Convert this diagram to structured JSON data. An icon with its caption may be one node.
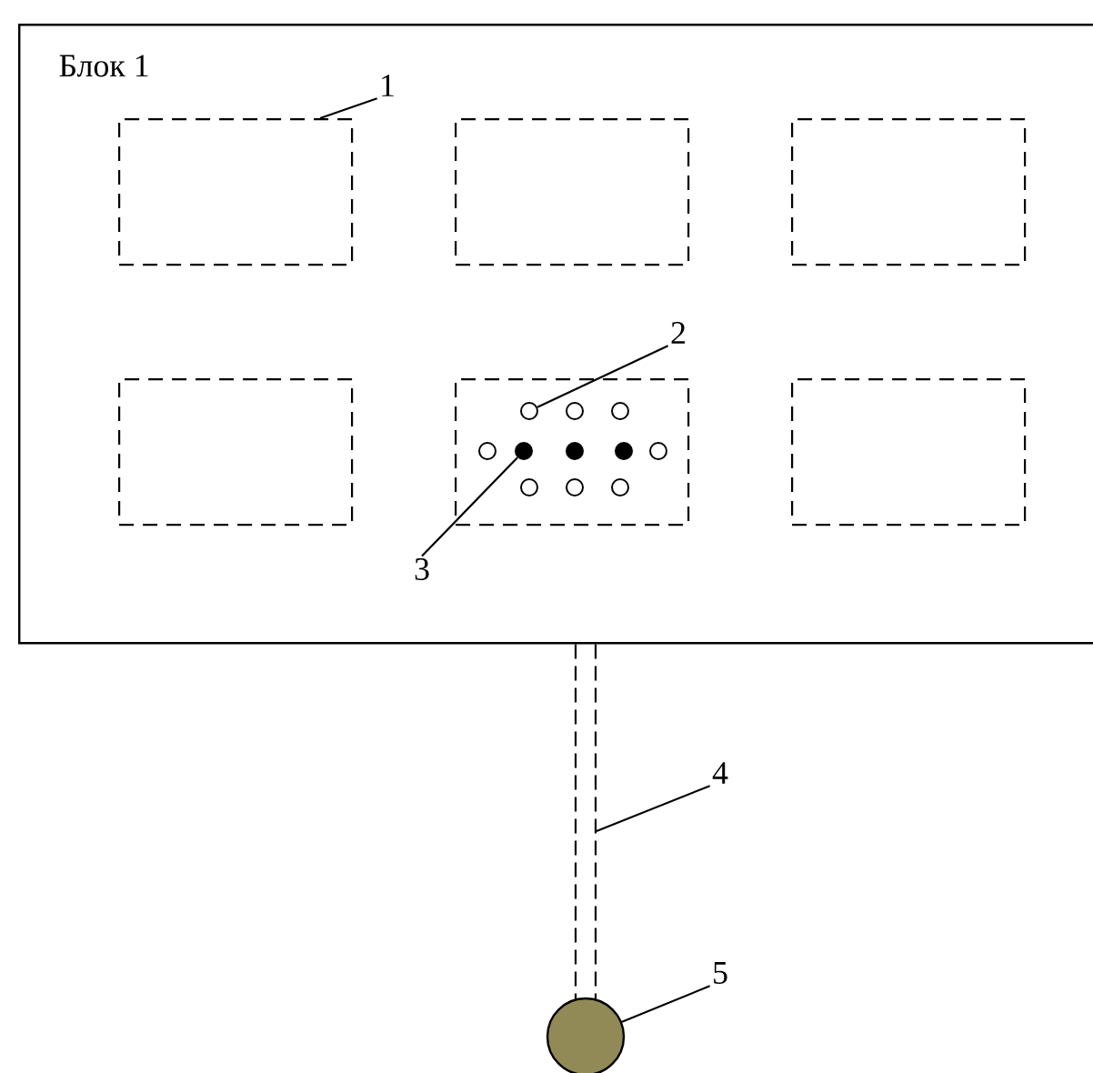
{
  "diagram": {
    "nodes": [
      {
        "text": [
          "Блок 1"
        ]
      },
      {
        "text": [],
        "shape": "box",
        "in": 0
      },
      {
        "text": [],
        "shape": "box",
        "in": 0
      },
      {
        "text": [],
        "shape": "box",
        "in": 0
      },
      {
        "text": [],
        "shape": "box",
        "in": 0
      },
      {
        "text": [],
        "shape": "box",
        "in": 0
      },
      {
        "text": [],
        "shape": "box",
        "in": 0
      },
      {
        "text": [
          "1"
        ],
        "in": 0
      },
      {
        "text": [
          "2"
        ],
        "in": 0
      },
      {
        "text": [
          "3"
        ],
        "in": 0
      },
      {
        "text": [
          "4"
        ]
      },
      {
        "text": [
          "5"
        ]
      },
      {
        "text": [],
        "shape": "circle"
      },
      {
        "text": [],
        "shape": "circle",
        "in": 5
      },
      {
        "text": [],
        "shape": "circle",
        "in": 5
      }
    ],
    "edges": [
      {
        "from": 7,
        "to": 1,
        "arrow": "none"
      },
      {
        "from": 8,
        "to": 13,
        "arrow": "none"
      },
      {
        "from": 9,
        "to": 14,
        "arrow": "none"
      },
      {
        "from": 0,
        "to": 12,
        "arrow": "none",
        "style": "dashed"
      },
      {
        "from": 10,
        "to": null,
        "arrow": "none"
      },
      {
        "from": 11,
        "to": 12,
        "arrow": "none"
      }
    ]
  }
}
